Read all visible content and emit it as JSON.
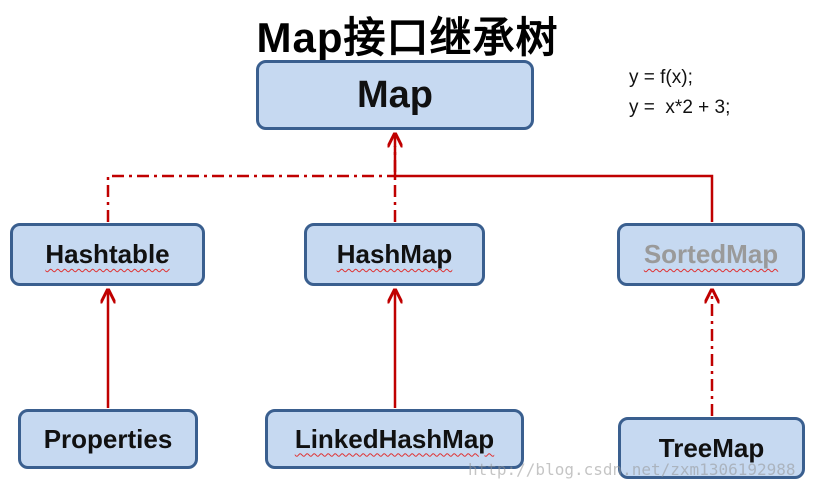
{
  "title": "Map接口继承树",
  "nodes": {
    "map": "Map",
    "hashtable": "Hashtable",
    "hashmap": "HashMap",
    "sortedmap": "SortedMap",
    "properties": "Properties",
    "linkedhashmap": "LinkedHashMap",
    "treemap": "TreeMap"
  },
  "formulas": [
    "y = f(x);",
    "y =  x*2 + 3;"
  ],
  "watermark": "http://blog.csdn.net/zxm1306192988",
  "colors": {
    "node_fill": "#c6d9f1",
    "node_border": "#3a5f8f",
    "edge": "#c00000",
    "abstract_text": "#9a9a9a"
  }
}
